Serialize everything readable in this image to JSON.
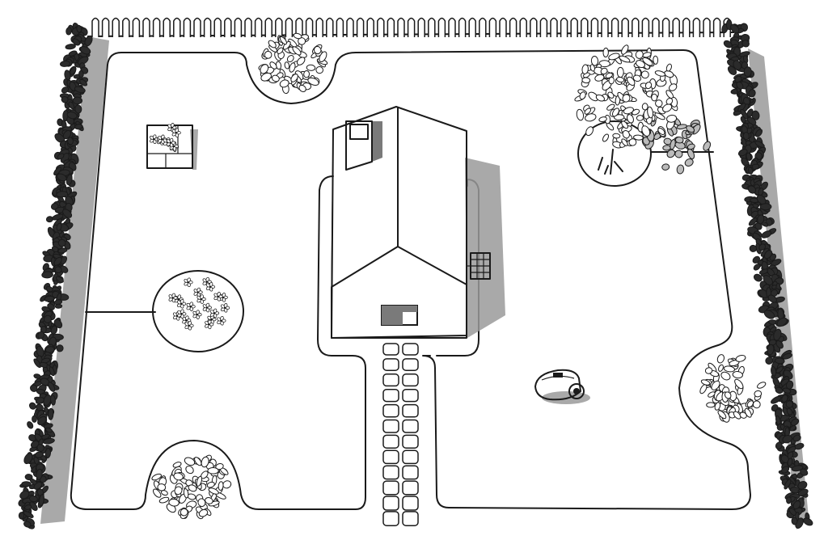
{
  "scene": {
    "type": "robotic lawn mower garden layout",
    "colors": {
      "outline": "#1a1a1a",
      "shadow": "#9a9a9a",
      "hedge": "#2b2b2b",
      "background": "#ffffff"
    },
    "objects": [
      {
        "id": "picket-fence",
        "icon": "fence-icon"
      },
      {
        "id": "hedge-left",
        "icon": "hedge-icon"
      },
      {
        "id": "hedge-right",
        "icon": "hedge-icon"
      },
      {
        "id": "house",
        "icon": "house-icon"
      },
      {
        "id": "chimney",
        "icon": "chimney-icon"
      },
      {
        "id": "stepping-stone-path",
        "icon": "path-icon"
      },
      {
        "id": "flower-planter",
        "icon": "planter-icon"
      },
      {
        "id": "tree",
        "icon": "tree-icon"
      },
      {
        "id": "shrubs",
        "icon": "bush-icon"
      },
      {
        "id": "flower-bed",
        "icon": "flower-icon"
      },
      {
        "id": "charging-station",
        "icon": "charging-station-icon"
      },
      {
        "id": "robotic-mower",
        "icon": "robot-mower-icon"
      },
      {
        "id": "boundary-wire",
        "icon": "boundary-wire-icon"
      }
    ]
  }
}
